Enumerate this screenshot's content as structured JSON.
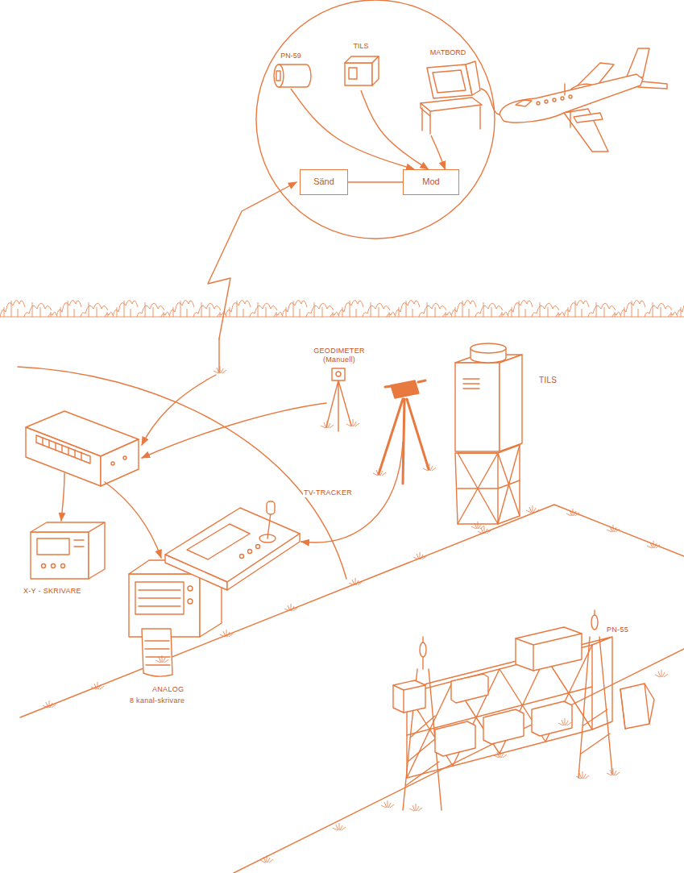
{
  "diagram": {
    "nodes": [
      {
        "text": [
          "PN-59"
        ]
      },
      {
        "text": [
          "TILS"
        ]
      },
      {
        "text": [
          "MATBORD"
        ]
      },
      {
        "text": [
          "Sänd"
        ]
      },
      {
        "text": [
          "Mod"
        ]
      }
    ],
    "edges": [
      {
        "from": 0,
        "to": 4,
        "arrow": "to"
      },
      {
        "from": 1,
        "to": 4,
        "arrow": "to"
      },
      {
        "from": 2,
        "to": 4,
        "arrow": "to"
      },
      {
        "from": 3,
        "to": 4,
        "arrow": "none"
      }
    ],
    "labels": [
      "GEODIMETER (Manuell)",
      "TILS",
      "TV-TRACKER",
      "X-Y - SKRIVARE",
      "ANALOG",
      "8 kanal-skrivare",
      "PN-55"
    ]
  }
}
